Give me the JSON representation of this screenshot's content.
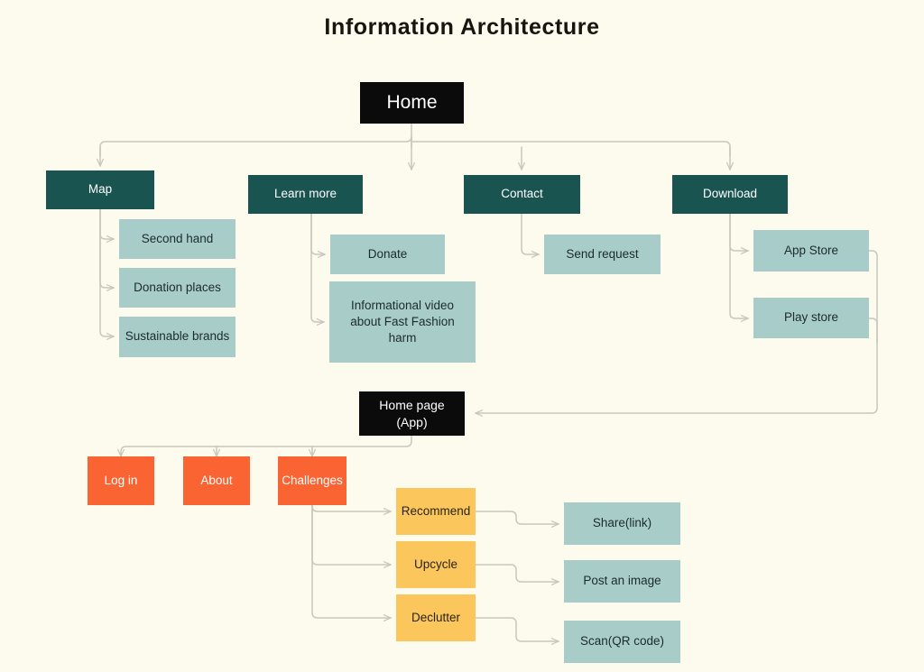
{
  "page": {
    "title": "Information Architecture",
    "background_color": "#fdfbed",
    "connector_color": "#c9c6bd"
  },
  "palette": {
    "black": "#0b0b0b",
    "dark_teal": "#1a5450",
    "light_teal": "#a8cdc9",
    "orange": "#fa6432",
    "yellow": "#fbc65c",
    "text_light": "#ffffff",
    "text_dark": "#1c2b2b"
  },
  "nodes": {
    "home": {
      "label": "Home",
      "type": "root",
      "color": "#0b0b0b"
    },
    "level1": [
      {
        "label": "Map",
        "color": "#1a5450"
      },
      {
        "label": "Learn more",
        "color": "#1a5450"
      },
      {
        "label": "Contact",
        "color": "#1a5450"
      },
      {
        "label": "Download",
        "color": "#1a5450"
      }
    ],
    "map_children": [
      {
        "label": "Second hand",
        "color": "#a8cdc9"
      },
      {
        "label": "Donation places",
        "color": "#a8cdc9"
      },
      {
        "label": "Sustainable brands",
        "color": "#a8cdc9"
      }
    ],
    "learn_more_children": [
      {
        "label": "Donate",
        "color": "#a8cdc9"
      },
      {
        "label": "Informational video about Fast Fashion harm",
        "color": "#a8cdc9"
      }
    ],
    "contact_children": [
      {
        "label": "Send request",
        "color": "#a8cdc9"
      }
    ],
    "download_children": [
      {
        "label": "App Store",
        "color": "#a8cdc9"
      },
      {
        "label": "Play store",
        "color": "#a8cdc9"
      }
    ],
    "home_app": {
      "label": "Home page (App)",
      "type": "root",
      "color": "#0b0b0b"
    },
    "app_children": [
      {
        "label": "Log in",
        "color": "#fa6432"
      },
      {
        "label": "About",
        "color": "#fa6432"
      },
      {
        "label": "Challenges",
        "color": "#fa6432"
      }
    ],
    "challenges_children": [
      {
        "label": "Recommend",
        "color": "#fbc65c"
      },
      {
        "label": "Upcycle",
        "color": "#fbc65c"
      },
      {
        "label": "Declutter",
        "color": "#fbc65c"
      }
    ],
    "challenge_actions": [
      {
        "label": "Share(link)",
        "color": "#a8cdc9"
      },
      {
        "label": "Post an image",
        "color": "#a8cdc9"
      },
      {
        "label": "Scan(QR code)",
        "color": "#a8cdc9"
      }
    ]
  }
}
